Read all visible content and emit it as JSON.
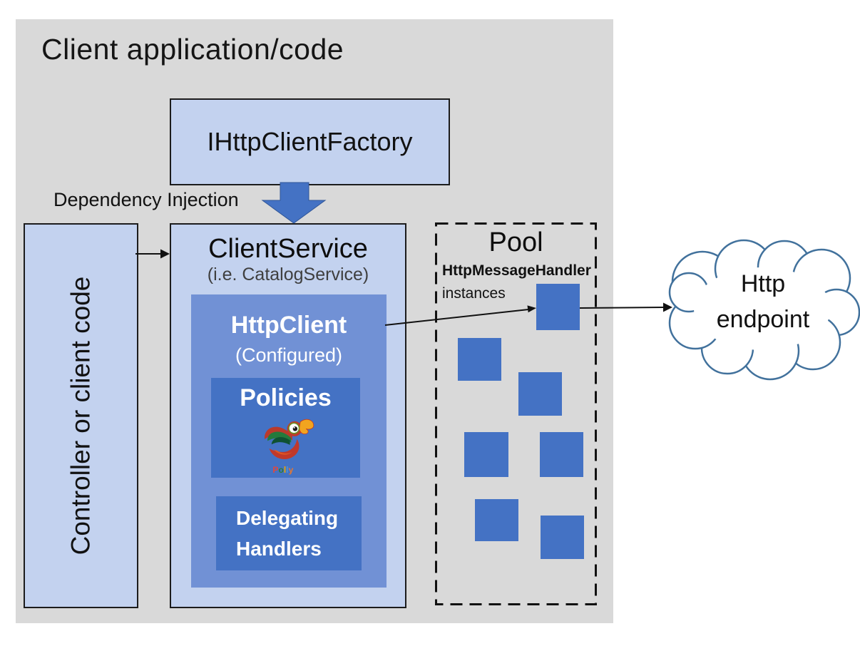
{
  "app": {
    "title": "Client application/code"
  },
  "factory": {
    "label": "IHttpClientFactory"
  },
  "dependency_injection": {
    "label": "Dependency Injection"
  },
  "controller": {
    "label": "Controller or client code"
  },
  "client_service": {
    "title": "ClientService",
    "subtitle": "(i.e. CatalogService)"
  },
  "http_client": {
    "title": "HttpClient",
    "subtitle": "(Configured)"
  },
  "policies": {
    "label": "Policies",
    "logo_text": "Polly",
    "letter_colors": [
      "#e0483e",
      "#2e7d32",
      "#f0a500",
      "#4a90d9",
      "#e8772e"
    ]
  },
  "delegating_handlers": {
    "line1": "Delegating",
    "line2": "Handlers"
  },
  "pool": {
    "title": "Pool",
    "subtitle": "HttpMessageHandler",
    "subtitle2": "instances",
    "instance_count": 7
  },
  "endpoint": {
    "line1": "Http",
    "line2": "endpoint"
  },
  "icons": [
    "polly-parrot-icon",
    "dependency-injection-arrow-icon",
    "flow-arrow-icon",
    "http-endpoint-cloud"
  ],
  "colors": {
    "background_panel": "#d9d9d9",
    "light_box": "#c3d2ef",
    "mid_box": "#7191d5",
    "accent_box": "#4472c4",
    "cloud_outline": "#41719c",
    "line": "#111111"
  }
}
